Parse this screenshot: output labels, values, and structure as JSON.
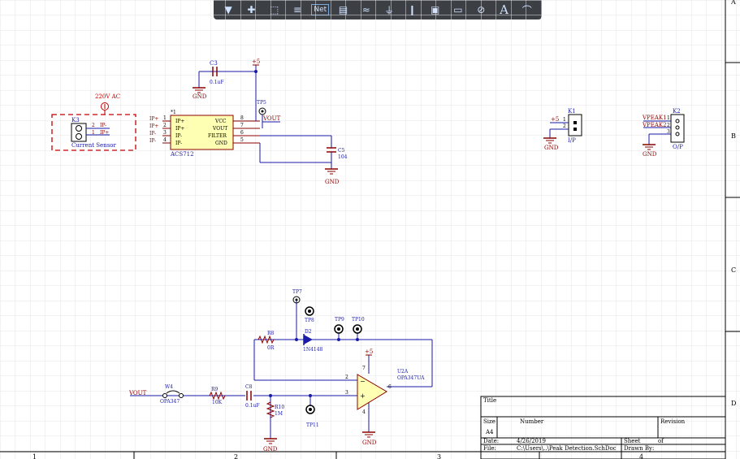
{
  "toolbar": {
    "items": [
      {
        "name": "filter-icon",
        "label": ""
      },
      {
        "name": "crosshair-icon",
        "label": ""
      },
      {
        "name": "select-rect-icon",
        "label": ""
      },
      {
        "name": "align-icon",
        "label": ""
      },
      {
        "name": "net-label-tool",
        "label": "Net"
      },
      {
        "name": "part-icon",
        "label": ""
      },
      {
        "name": "bus-icon",
        "label": ""
      },
      {
        "name": "ground-power-icon",
        "label": ""
      },
      {
        "name": "port-icon",
        "label": ""
      },
      {
        "name": "sheet-symbol-icon",
        "label": ""
      },
      {
        "name": "sheet-entry-icon",
        "label": ""
      },
      {
        "name": "no-erc-icon",
        "label": ""
      },
      {
        "name": "text-tool-icon",
        "label": "A"
      },
      {
        "name": "arc-tool-icon",
        "label": ""
      }
    ]
  },
  "colors": {
    "wire": "#1a1aa8",
    "component": "#8b0000",
    "text_blue": "#1a1aa8",
    "body_fill": "#ffffb4",
    "power": "#b00000",
    "grid": "#e6e6e6",
    "border": "#000000"
  },
  "zones": {
    "rows": [
      "A",
      "B",
      "C",
      "D"
    ],
    "cols": [
      "1",
      "2",
      "3",
      "4"
    ]
  },
  "parts": {
    "k3": {
      "ref": "K3",
      "comment": "Current Sensor",
      "annotation": "220V AC",
      "pins": [
        "2",
        "1"
      ],
      "nets": [
        "IP-",
        "IP+"
      ]
    },
    "acs712": {
      "ref": "*1",
      "name": "ACS712",
      "left_pins": [
        "IP+",
        "IP+",
        "IP-",
        "IP-"
      ],
      "left_nums": [
        "1",
        "2",
        "3",
        "4"
      ],
      "right_pins": [
        "VCC",
        "VOUT",
        "FILTER",
        "GND"
      ],
      "right_nums": [
        "8",
        "7",
        "6",
        "5"
      ],
      "left_nets": [
        "IP+",
        "IP+",
        "IP-",
        "IP-"
      ]
    },
    "c3": {
      "ref": "C3",
      "value": "0.1uF"
    },
    "c5": {
      "ref": "C5",
      "value": "104"
    },
    "tp5": {
      "ref": "TP5"
    },
    "vout_net": "VOUT",
    "k1": {
      "ref": "K1",
      "comment": "I/P",
      "nets": [
        "+5"
      ],
      "pins": [
        "1",
        "2"
      ]
    },
    "k2": {
      "ref": "K2",
      "comment": "O/P",
      "nets": [
        "VPEAK1",
        "VPEAK2"
      ],
      "pins": [
        "1",
        "2",
        "3"
      ]
    },
    "tp7": {
      "ref": "TP7"
    },
    "tp8": {
      "ref": "TP8"
    },
    "tp9": {
      "ref": "TP9"
    },
    "tp10": {
      "ref": "TP10"
    },
    "tp11": {
      "ref": "TP11"
    },
    "r8": {
      "ref": "R8",
      "value": "0R"
    },
    "d2": {
      "ref": "D2",
      "value": "1N4148"
    },
    "u2a": {
      "ref": "U2A",
      "value": "OPA347UA",
      "pins": [
        "2",
        "3",
        "6",
        "7",
        "4"
      ]
    },
    "w4": {
      "ref": "W4",
      "value": "OPA347"
    },
    "r9": {
      "ref": "R9",
      "value": "10K"
    },
    "c8": {
      "ref": "C8",
      "value": "0.1uF"
    },
    "r10": {
      "ref": "R10",
      "value": "1M"
    },
    "vout_in": "VOUT"
  },
  "power": {
    "vcc": "+5",
    "gnd": "GND"
  },
  "title_block": {
    "title_label": "Title",
    "size_label": "Size",
    "size_value": "A4",
    "number_label": "Number",
    "revision_label": "Revision",
    "date_label": "Date:",
    "date_value": "4/26/2019",
    "sheet_label": "Sheet",
    "of_label": "of",
    "file_label": "File:",
    "file_value": "C:\\Users\\..\\Peak Detection.SchDoc",
    "drawn_label": "Drawn By:"
  }
}
